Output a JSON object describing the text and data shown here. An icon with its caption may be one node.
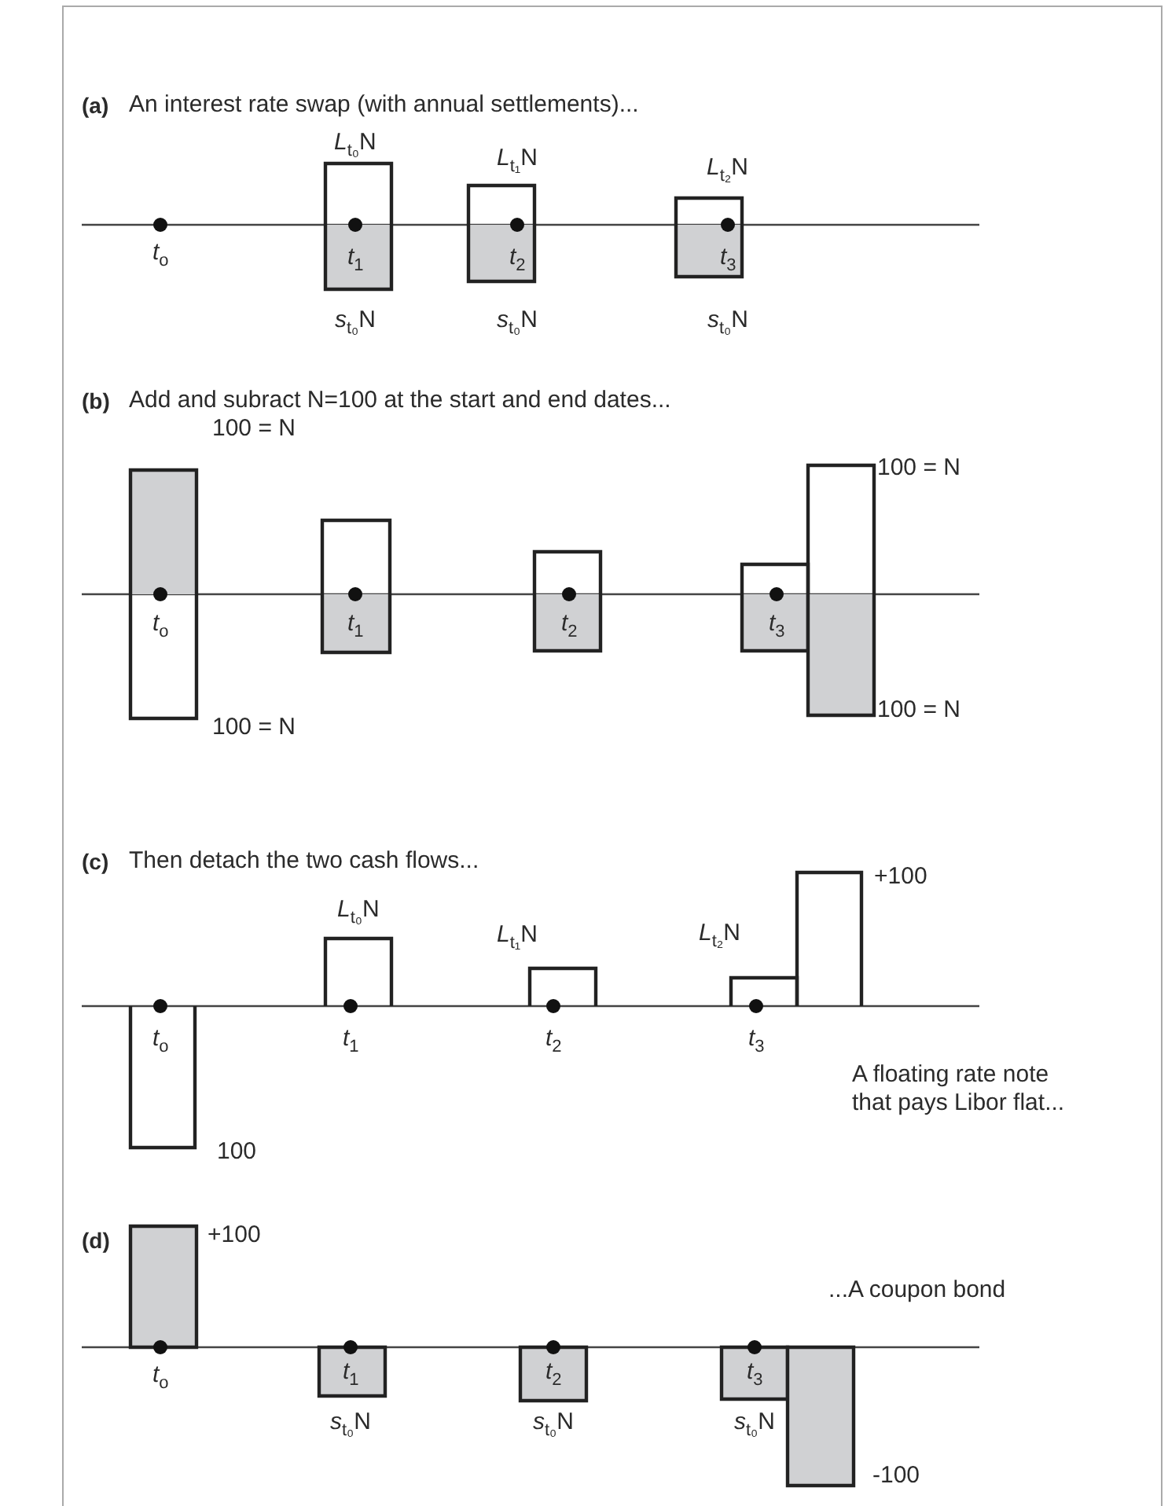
{
  "diagram": {
    "labels": [
      "(a)",
      "An interest rate swap (with annual settlements)...",
      "*L*$_{t₀}$N",
      "*L*$_{t₁}$N",
      "*L*$_{t₂}$N",
      "*t*$_{o}$",
      "*t*$_{1}$",
      "*t*$_{2}$",
      "*t*$_{3}$",
      "*s*$_{t₀}$N",
      "*s*$_{t₀}$N",
      "*s*$_{t₀}$N",
      "(b)",
      "Add and subract N=100 at the start and end dates...",
      "100 = N",
      "100 = N",
      "*t*$_{o}$",
      "*t*$_{1}$",
      "*t*$_{2}$",
      "*t*$_{3}$",
      "100 = N",
      "100 = N",
      "(c)",
      "Then detach the two cash flows...",
      "+100",
      "*L*$_{t₀}$N",
      "*L*$_{t₁}$N",
      "*L*$_{t₂}$N",
      "*t*$_{o}$",
      "*t*$_{1}$",
      "*t*$_{2}$",
      "*t*$_{3}$",
      "A floating rate note that pays Libor flat...",
      "100",
      "(d)",
      "+100",
      "...A coupon bond",
      "*t*$_{o}$",
      "*t*$_{1}$",
      "*t*$_{2}$",
      "*t*$_{3}$",
      "*s*$_{t₀}$N",
      "*s*$_{t₀}$N",
      "*s*$_{t₀}$N",
      "-100"
    ]
  }
}
